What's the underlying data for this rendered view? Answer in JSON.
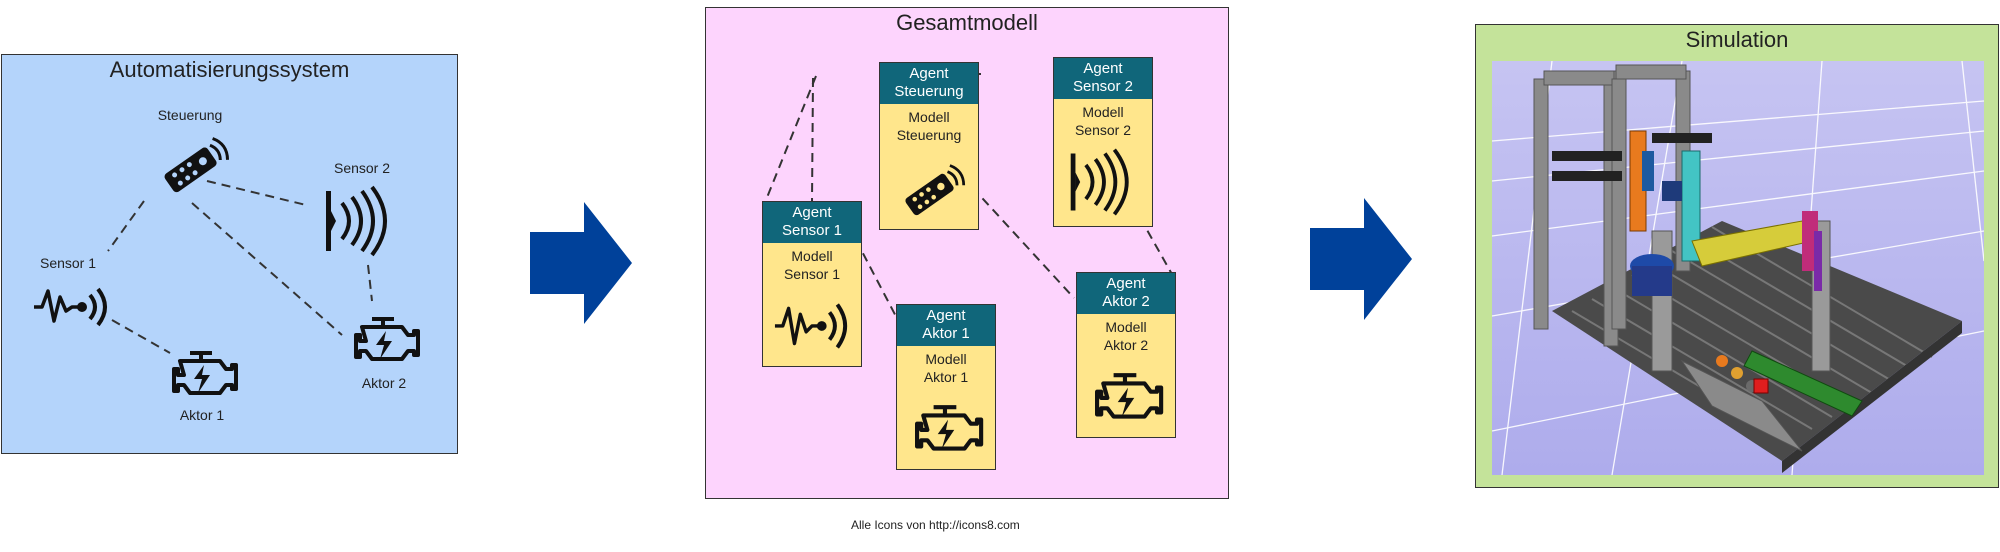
{
  "automation_panel": {
    "title": "Automatisierungssystem",
    "nodes": {
      "controller": "Steuerung",
      "sensor1": "Sensor 1",
      "sensor2": "Sensor 2",
      "actuator1": "Aktor 1",
      "actuator2": "Aktor 2"
    }
  },
  "model_panel": {
    "title": "Gesamtmodell",
    "cards": {
      "controller": {
        "head": "Agent\nSteuerung",
        "body": "Modell\nSteuerung"
      },
      "sensor1": {
        "head": "Agent\nSensor 1",
        "body": "Modell\nSensor 1"
      },
      "sensor2": {
        "head": "Agent\nSensor 2",
        "body": "Modell\nSensor 2"
      },
      "actuator1": {
        "head": "Agent\nAktor 1",
        "body": "Modell\nAktor 1"
      },
      "actuator2": {
        "head": "Agent\nAktor 2",
        "body": "Modell\nAktor 2"
      }
    }
  },
  "simulation_panel": {
    "title": "Simulation"
  },
  "footnote": "Alle Icons von http://icons8.com",
  "colors": {
    "automation_bg": "#b4d4fb",
    "model_bg": "#fdd4fd",
    "simulation_bg": "#c4e39a",
    "card_head": "#10667a",
    "card_body": "#ffe68c",
    "arrow": "#00419a"
  }
}
